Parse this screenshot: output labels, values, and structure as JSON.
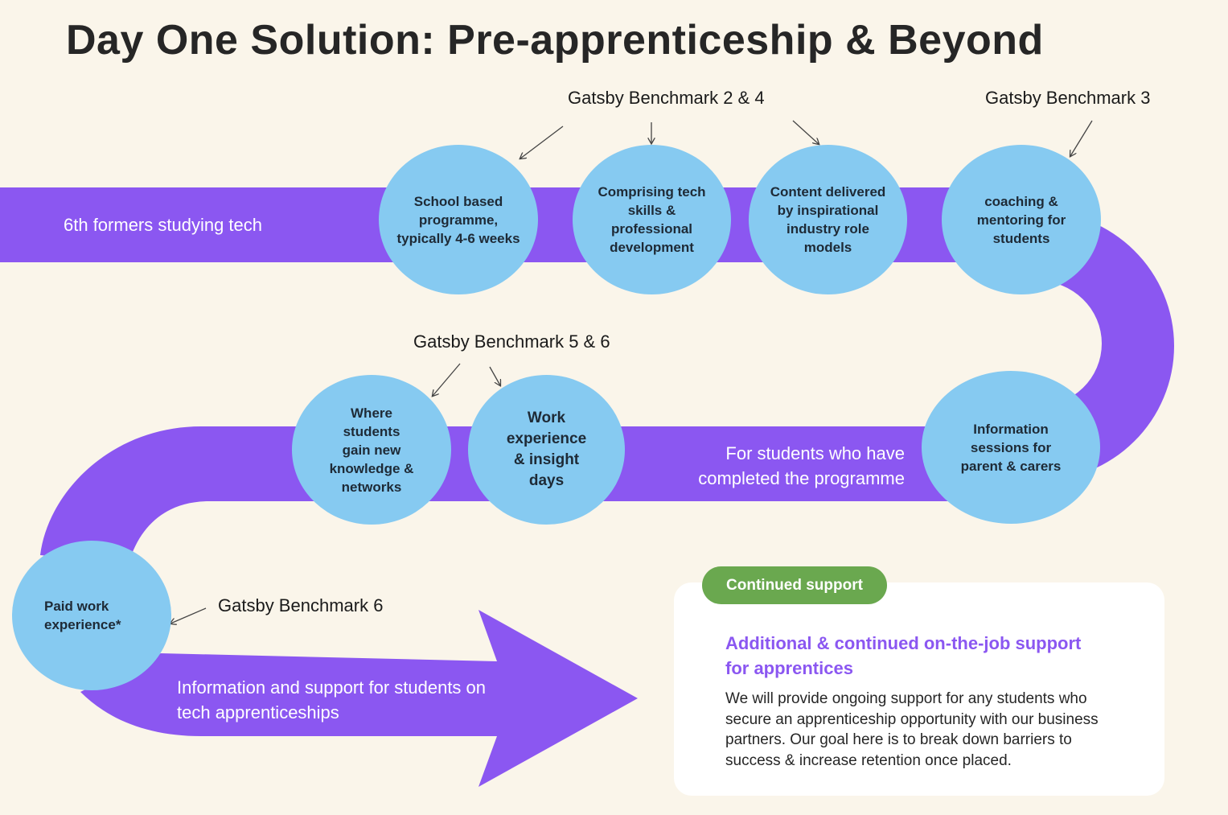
{
  "title": "Day One Solution: Pre-apprenticeship & Beyond",
  "colors": {
    "background": "#faf5ea",
    "band": "#8b57f1",
    "node": "#86caf1",
    "pill": "#6aa84f",
    "accent_text": "#8b57f1"
  },
  "benchmarks": {
    "b24": "Gatsby Benchmark 2 & 4",
    "b3": "Gatsby Benchmark 3",
    "b56": "Gatsby Benchmark 5 & 6",
    "b6": "Gatsby Benchmark 6"
  },
  "bands": {
    "start": "6th formers studying tech",
    "middle": "For students who have completed the programme",
    "end": "Information and support for students on tech apprenticeships"
  },
  "nodes": {
    "school": "School based programme, typically 4-6 weeks",
    "skills": "Comprising tech skills & professional development",
    "content": "Content delivered by inspirational industry role models",
    "coaching": "coaching & mentoring for students",
    "info_sessions": "Information sessions for parent & carers",
    "work_exp": "Work experience & insight days",
    "knowledge": "Where students gain new knowledge & networks",
    "paid": "Paid work experience*"
  },
  "card": {
    "pill": "Continued support",
    "heading": "Additional  & continued on-the-job support for apprentices",
    "body": "We will provide ongoing support for any students who secure an apprenticeship opportunity with our business partners. Our goal here is to  break down barriers to success & increase retention once placed."
  }
}
